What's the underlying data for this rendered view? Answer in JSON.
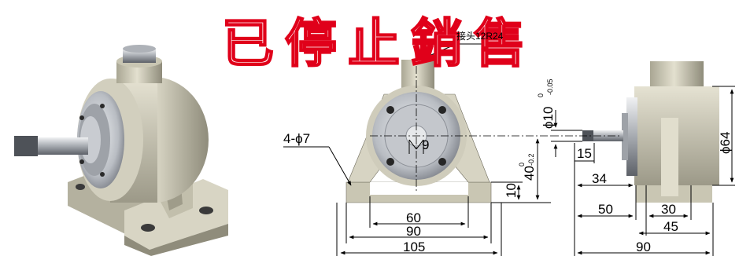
{
  "banner": {
    "text": "已停止銷售",
    "color": "#e0001a"
  },
  "callout": {
    "text": "接头12R24"
  },
  "front_view": {
    "hole_label": "4-ϕ7",
    "dim_center_offset": "9",
    "dim_bolt_spacing": "60",
    "dim_base_inner": "90",
    "dim_base_total": "105",
    "dim_base_thickness": "10",
    "dim_center_height": "40",
    "dim_center_height_tol_upper": "0",
    "dim_center_height_tol_lower": "-0.2"
  },
  "side_view": {
    "dim_shaft_dia": "ϕ10",
    "dim_shaft_dia_tol_upper": "0",
    "dim_shaft_dia_tol_lower": "-0.05",
    "dim_shaft_len": "15",
    "dim_shaft_to_body": "34",
    "dim_body_dia": "ϕ64",
    "dim_50": "50",
    "dim_30": "30",
    "dim_45": "45",
    "dim_total": "90"
  },
  "colors": {
    "body": "#c9c6b3",
    "metal": "#b8bcc2",
    "dark": "#3a3a3a"
  }
}
